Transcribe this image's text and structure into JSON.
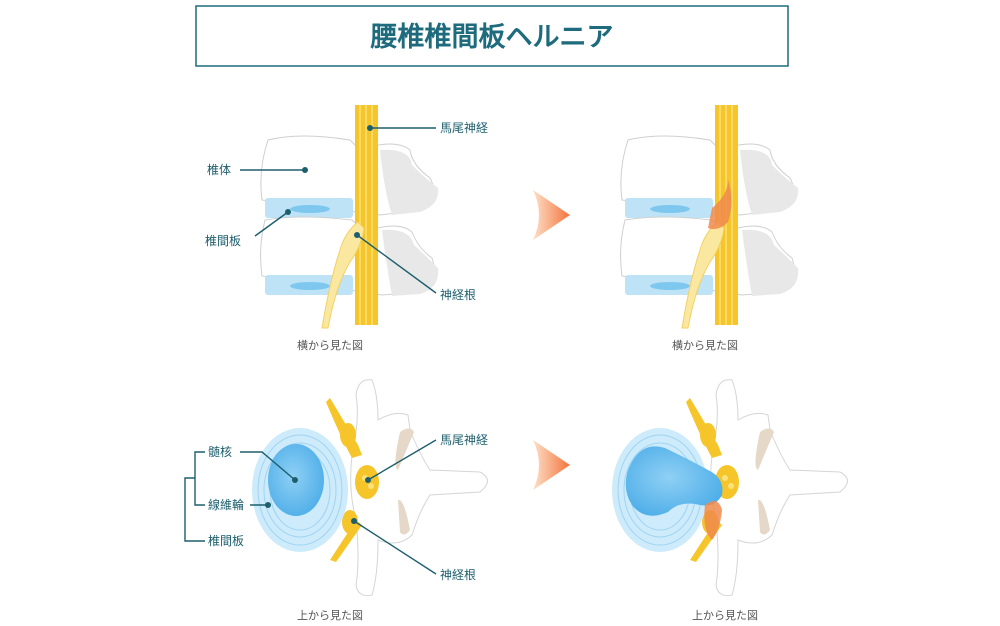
{
  "title": "腰椎椎間板ヘルニア",
  "side_view": {
    "labels": {
      "cauda_equina": "馬尾神経",
      "vertebral_body": "椎体",
      "disc": "椎間板",
      "nerve_root": "神経根"
    },
    "caption_normal": "横から見た図",
    "caption_hernia": "横から見た図"
  },
  "top_view": {
    "labels": {
      "nucleus": "髄核",
      "annulus": "線維輪",
      "disc": "椎間板",
      "cauda_equina": "馬尾神経",
      "nerve_root": "神経根"
    },
    "caption_normal": "上から見た図",
    "caption_hernia": "上から見た図"
  },
  "colors": {
    "accent": "#1d6b7c",
    "disc": "#bfe3f6",
    "nucleus": "#5fb8ec",
    "nerve": "#f7d24a",
    "hernia": "#f08a4b",
    "arrow": "#f3743c"
  }
}
